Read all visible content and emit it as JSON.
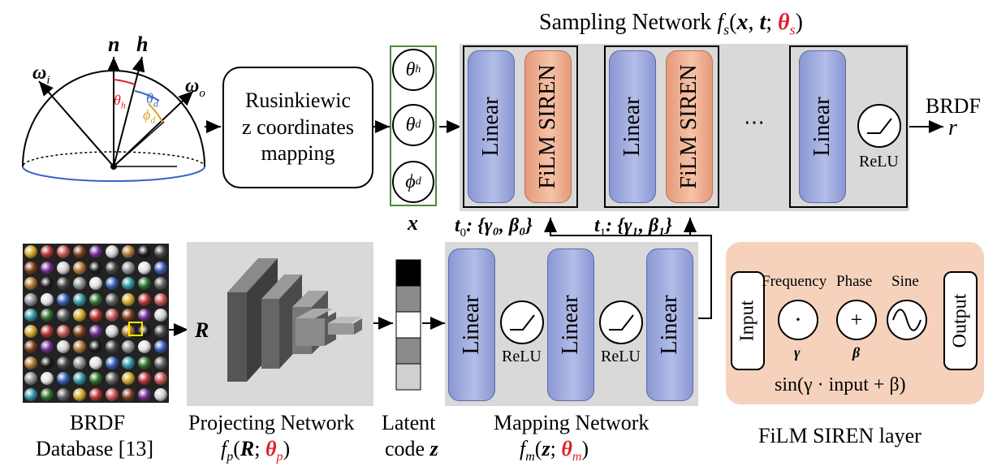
{
  "diagram": {
    "hemisphere": {
      "vectors": {
        "omega_i": "ω",
        "omega_i_sub": "i",
        "n": "n",
        "h": "h",
        "omega_o": "ω",
        "omega_o_sub": "o"
      },
      "angles": {
        "theta_h": "θ",
        "theta_h_sub": "h",
        "theta_d": "θ",
        "theta_d_sub": "d",
        "phi_d": "ϕ",
        "phi_d_sub": "d"
      },
      "colors": {
        "theta_h": "#e0202a",
        "theta_d": "#3a64c4",
        "phi_d": "#e0a020"
      }
    },
    "rusinkiewicz_box": {
      "lines": [
        "Rusinkiewic",
        "z coordinates",
        "mapping"
      ]
    },
    "input_coords": {
      "items": [
        {
          "sym": "θ",
          "sub": "h"
        },
        {
          "sym": "θ",
          "sub": "d"
        },
        {
          "sym": "ϕ",
          "sub": "d"
        }
      ],
      "label": "x",
      "border_color": "#4d8a3a"
    },
    "sampling_network": {
      "title_prefix": "Sampling Network ",
      "title_f": "f",
      "title_sub": "s",
      "title_args_open": "(",
      "title_x": "x",
      "title_comma1": ", ",
      "title_t": "t",
      "title_semi": "; ",
      "title_theta": "θ",
      "title_theta_sub": "s",
      "title_close": ")",
      "linear_label": "Linear",
      "film_label": "FiLM SIREN",
      "relu_label": "ReLU",
      "ellipsis": "⋯",
      "t0_label": "t",
      "t0_sub": "0",
      "t0_params": ": {γ₀, β₀}",
      "t1_label": "t",
      "t1_sub": "1",
      "t1_params": ": {γ₁, β₁}"
    },
    "output": {
      "label": "BRDF",
      "symbol": "r"
    },
    "brdf_database": {
      "line1": "BRDF",
      "line2": "Database [13]",
      "r_label": "R"
    },
    "projecting_network": {
      "title": "Projecting Network",
      "f": "f",
      "f_sub": "p",
      "open": "(",
      "R": "R",
      "semi": "; ",
      "theta": "θ",
      "theta_sub": "p",
      "close": ")"
    },
    "latent_code": {
      "line1": "Latent",
      "line2_prefix": "code ",
      "z": "z"
    },
    "mapping_network": {
      "title": "Mapping Network",
      "f": "f",
      "f_sub": "m",
      "open": "(",
      "z": "z",
      "semi": "; ",
      "theta": "θ",
      "theta_sub": "m",
      "close": ")",
      "linear_label": "Linear",
      "relu_label": "ReLU"
    },
    "film_siren_layer": {
      "input_label": "Input",
      "output_label": "Output",
      "frequency_label": "Frequency",
      "phase_label": "Phase",
      "sine_label": "Sine",
      "mult_symbol": "·",
      "plus_symbol": "+",
      "gamma": "γ",
      "beta": "β",
      "formula": "sin(γ · input + β)",
      "caption": "FiLM SIREN layer"
    },
    "accent_red": "#e0202a"
  }
}
